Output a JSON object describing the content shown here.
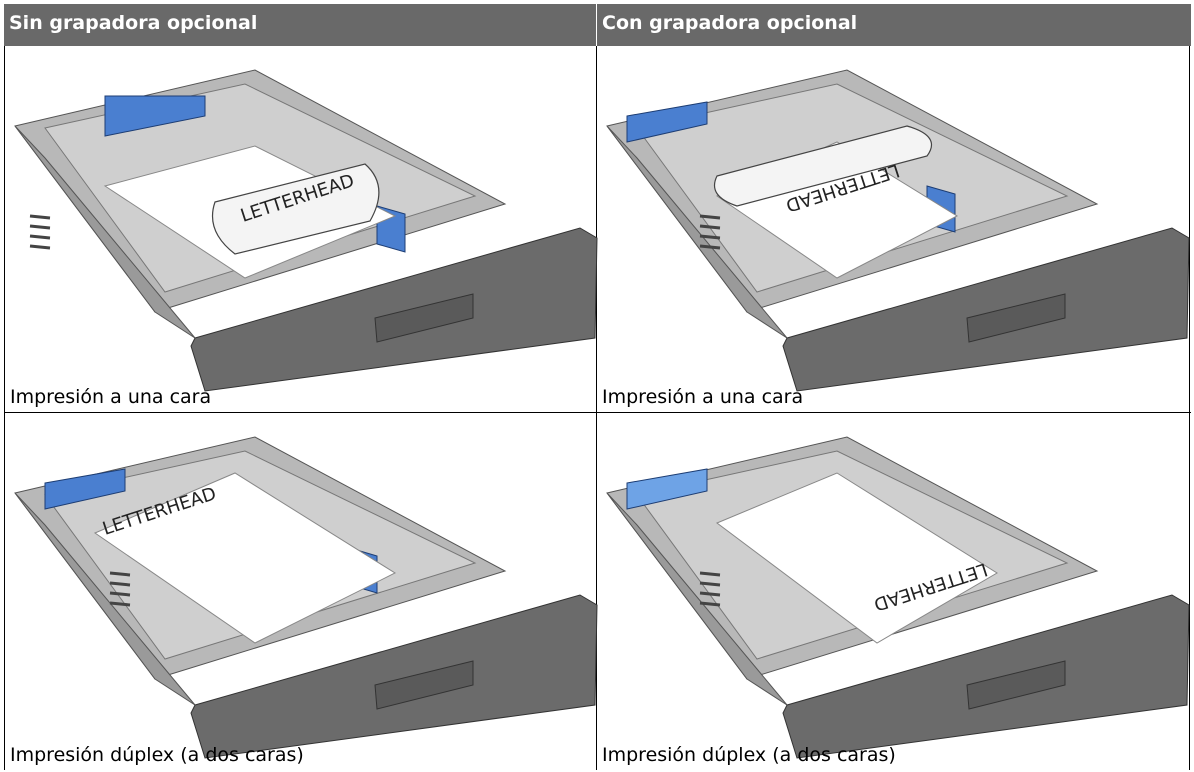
{
  "columns": [
    {
      "header": "Sin grapadora opcional"
    },
    {
      "header": "Con grapadora opcional"
    }
  ],
  "cells": [
    {
      "caption": "Impresión a una cara",
      "paper_label": "LETTERHEAD",
      "orientation": "curl-upright"
    },
    {
      "caption": "Impresión a una cara",
      "paper_label": "LETTERHEAD",
      "orientation": "curl-inverted"
    },
    {
      "caption": "Impresión dúplex (a dos caras)",
      "paper_label": "LETTERHEAD",
      "orientation": "flat-upright"
    },
    {
      "caption": "Impresión dúplex (a dos caras)",
      "paper_label": "LETTERHEAD",
      "orientation": "flat-inverted"
    }
  ],
  "colors": {
    "header_bg": "#696969",
    "tray": "#b0b0b0",
    "tray_dark": "#6b6b6b",
    "guide_blue": "#4a7fd0"
  }
}
